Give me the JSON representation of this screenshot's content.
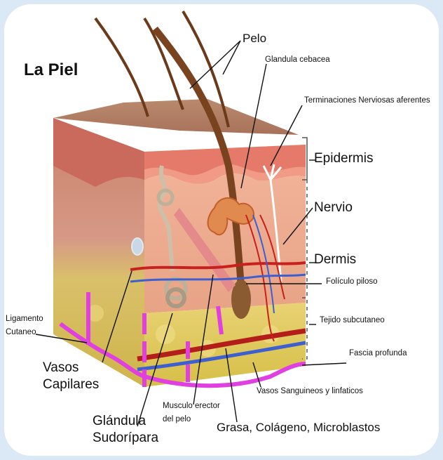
{
  "title": "La Piel",
  "labels": {
    "pelo": "Pelo",
    "glandula_cebacea": "Glandula cebacea",
    "terminaciones": "Terminaciones Nerviosas aferentes",
    "epidermis": "Epidermis",
    "nervio": "Nervio",
    "dermis": "Dermis",
    "foliculo": "Folículo piloso",
    "tejido": "Tejido subcutaneo",
    "fascia": "Fascia profunda",
    "ligamento_line1": "Ligamento",
    "ligamento_line2": "Cutaneo",
    "vasos_cap_line1": "Vasos",
    "vasos_cap_line2": "Capilares",
    "vasos_sang": "Vasos Sanguineos y linfaticos",
    "musculo_line1": "Musculo erector",
    "musculo_line2": "del pelo",
    "glandula_sud_line1": "Glándula",
    "glandula_sud_line2": "Sudorípara",
    "grasa": "Grasa, Colágeno, Microblastos"
  },
  "colors": {
    "background": "#dbe8f5",
    "epidermis": "#e07a6e",
    "dermis": "#e8a08a",
    "subcutaneous": "#e3cf5a",
    "ligament": "#e040e0",
    "vessel_red": "#c8201c",
    "vessel_blue": "#3d5fd0",
    "hair": "#6b3a1a"
  }
}
